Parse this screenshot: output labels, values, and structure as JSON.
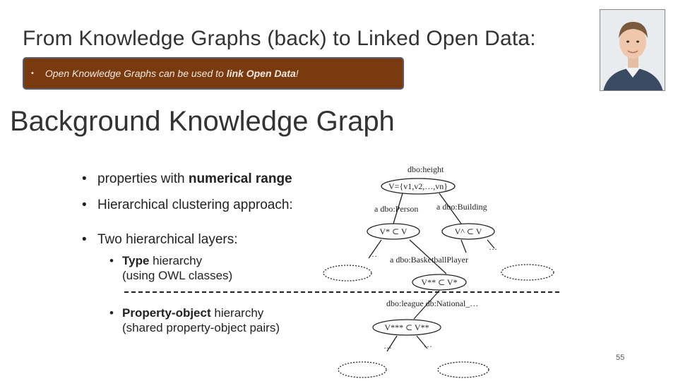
{
  "title": "From Knowledge Graphs (back) to Linked Open Data:",
  "banner": {
    "bullet": "•",
    "text_before": "Open Knowledge Graphs can be used to ",
    "text_bold": "link Open Data",
    "text_after": "!"
  },
  "heading": "Background Knowledge Graph",
  "bullets": {
    "b1_plain": "properties with ",
    "b1_bold": "numerical range",
    "b2": "Hierarchical clustering approach:",
    "b3": "Two hierarchical layers:",
    "s1_bold": "Type",
    "s1_plain": " hierarchy",
    "s1_line2": "(using OWL classes)",
    "s2_bold": "Property-object",
    "s2_plain": " hierarchy",
    "s2_line2": "(shared property-object pairs)"
  },
  "diagram": {
    "label_height": "dbo:height",
    "node_root": "V={v1,v2,…,vn}",
    "label_person": "a dbo:Person",
    "label_building": "a dbo:Building",
    "node_person": "V* ⊂ V",
    "node_building": "V^ ⊂ V",
    "label_player": "a dbo:BasketballPlayer",
    "node_player": "V** ⊂ V*",
    "label_league": "dbo:league db:National_…",
    "node_league": "V*** ⊂ V**",
    "ellipsis": "…"
  },
  "slide_number": "55",
  "colors": {
    "banner_bg": "#7a3a10",
    "banner_text": "#f6e9df"
  },
  "icons": {
    "photo": "person-photo"
  }
}
